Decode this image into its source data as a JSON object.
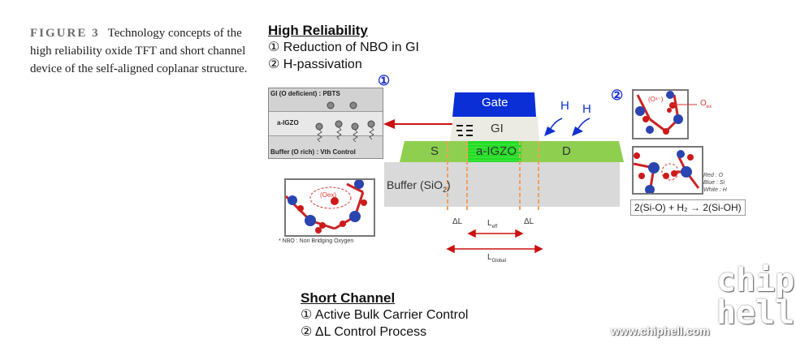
{
  "caption": {
    "figure_label": "FIGURE 3",
    "text": "Technology concepts of the high reliability oxide TFT and short channel device of the self-aligned coplanar structure."
  },
  "high_reliability": {
    "title": "High Reliability",
    "items": [
      "① Reduction of NBO in GI",
      "② H-passivation"
    ]
  },
  "markers": {
    "one": "①",
    "two": "②"
  },
  "left_inset": {
    "gi_label": "GI (O deficient) : PBTS",
    "igzo_label": "a-IGZO",
    "buffer_label": "Buffer (O rich) : Vth Control"
  },
  "device": {
    "gate": "Gate",
    "gi": "GI",
    "source": "S",
    "channel": "a-IGZO",
    "drain": "D",
    "buffer": "Buffer (SiO",
    "buffer_sub": "2",
    "buffer_end": ")",
    "h1": "H",
    "h2": "H",
    "delta_l_left": "ΔL",
    "delta_l_right": "ΔL",
    "l_eff": "L",
    "l_eff_sub": "eff",
    "l_global": "L",
    "l_global_sub": "Global"
  },
  "nbo": {
    "oex_label": "(Oex)",
    "note": "* NBO : Non Bridging Oxygen"
  },
  "right_panel": {
    "o_label": "(O¹⁻)",
    "oex_label": "O",
    "oex_sub": "ex",
    "legend": [
      "Red : O",
      "Blue : Si",
      "White : H"
    ],
    "equation": "2(Si-O) + H₂ → 2(Si-OH)"
  },
  "short_channel": {
    "title": "Short Channel",
    "items": [
      "① Active Bulk Carrier Control",
      "② ΔL Control Process"
    ]
  },
  "watermark": {
    "url": "www.chiphell.com",
    "logo_top": "chip",
    "logo_bottom": "hell"
  },
  "colors": {
    "gate": "#0a2fd6",
    "gi": "#ecebe3",
    "sd": "#8fcf4f",
    "channel": "#22dd22",
    "buffer": "#d9d9d9",
    "arrow_red": "#cc1111",
    "dash_orange": "#f0a060",
    "hydrogen_blue": "#1030d0"
  }
}
